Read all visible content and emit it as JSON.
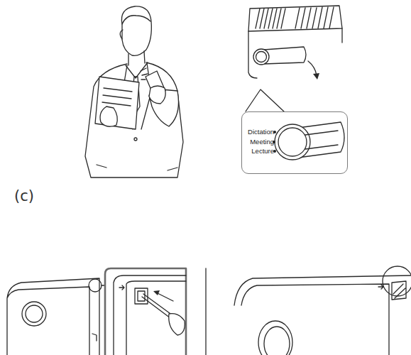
{
  "diagram": {
    "nodes": [
      {
        "text": [
          "Dictation",
          "Meeting",
          "Lecture"
        ]
      }
    ],
    "labels": [
      "(c)"
    ]
  }
}
